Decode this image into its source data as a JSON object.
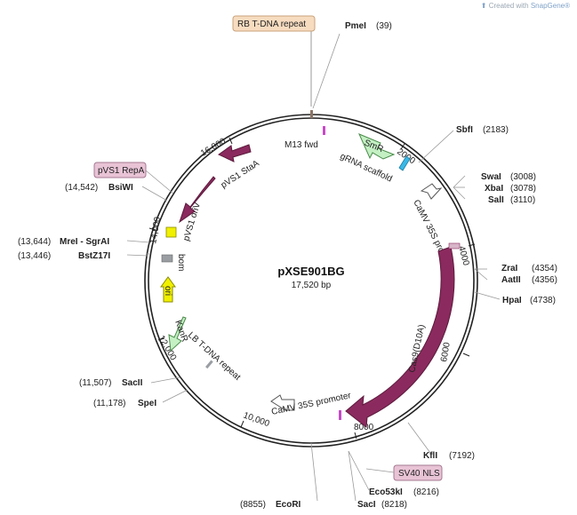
{
  "credit": {
    "prefix": "Created with",
    "brand": "SnapGene®"
  },
  "plasmid": {
    "name": "pXSE901BG",
    "size": "17,520 bp"
  },
  "ticks": [
    "2000",
    "4000",
    "6000",
    "8000",
    "10,000",
    "12,000",
    "14,000",
    "16,000"
  ],
  "features": {
    "m13": "M13 fwd",
    "smr": "SmR",
    "grna": "gRNA scaffold",
    "camv1": "CaMV 35S promoter",
    "cas9": "Cas9(D10A)",
    "camv2": "CaMV 35S promoter",
    "lb": "LB T-DNA repeat",
    "kanr": "KanR",
    "ori": "ori",
    "bom": "bom",
    "onv": "pVS1 oriV",
    "sta": "pVS1 StaA",
    "rb": "RB T-DNA repeat",
    "repa": "pVS1 RepA",
    "sv40": "SV40 NLS"
  },
  "sites": {
    "pmei": {
      "name": "PmeI",
      "pos": "(39)"
    },
    "sbfi": {
      "name": "SbfI",
      "pos": "(2183)"
    },
    "swai": {
      "name": "SwaI",
      "pos": "(3008)"
    },
    "xbai": {
      "name": "XbaI",
      "pos": "(3078)"
    },
    "sali": {
      "name": "SalI",
      "pos": "(3110)"
    },
    "zrai": {
      "name": "ZraI",
      "pos": "(4354)"
    },
    "aatii": {
      "name": "AatII",
      "pos": "(4356)"
    },
    "hpai": {
      "name": "HpaI",
      "pos": "(4738)"
    },
    "kfli": {
      "name": "KflI",
      "pos": "(7192)"
    },
    "eco53ki": {
      "name": "Eco53kI",
      "pos": "(8216)"
    },
    "saci": {
      "name": "SacI",
      "pos": "(8218)"
    },
    "ecori": {
      "name": "EcoRI",
      "pos": "(8855)"
    },
    "speI": {
      "name": "SpeI",
      "pos": "(11,178)"
    },
    "sacii": {
      "name": "SacII",
      "pos": "(11,507)"
    },
    "bstz": {
      "name": "BstZ17I",
      "pos": "(13,446)"
    },
    "mrei": {
      "name": "MreI - SgrAI",
      "pos": "(13,644)"
    },
    "bsiwi": {
      "name": "BsiWI",
      "pos": "(14,542)"
    }
  },
  "colors": {
    "purple": "#8b2a5e",
    "green": "#c4f0c4",
    "yellow": "#f0f000",
    "label_pink": "#e8c3d5",
    "label_tan": "#f7dcc0",
    "cyan": "#39b8e6",
    "gray": "#9a9ea3"
  }
}
